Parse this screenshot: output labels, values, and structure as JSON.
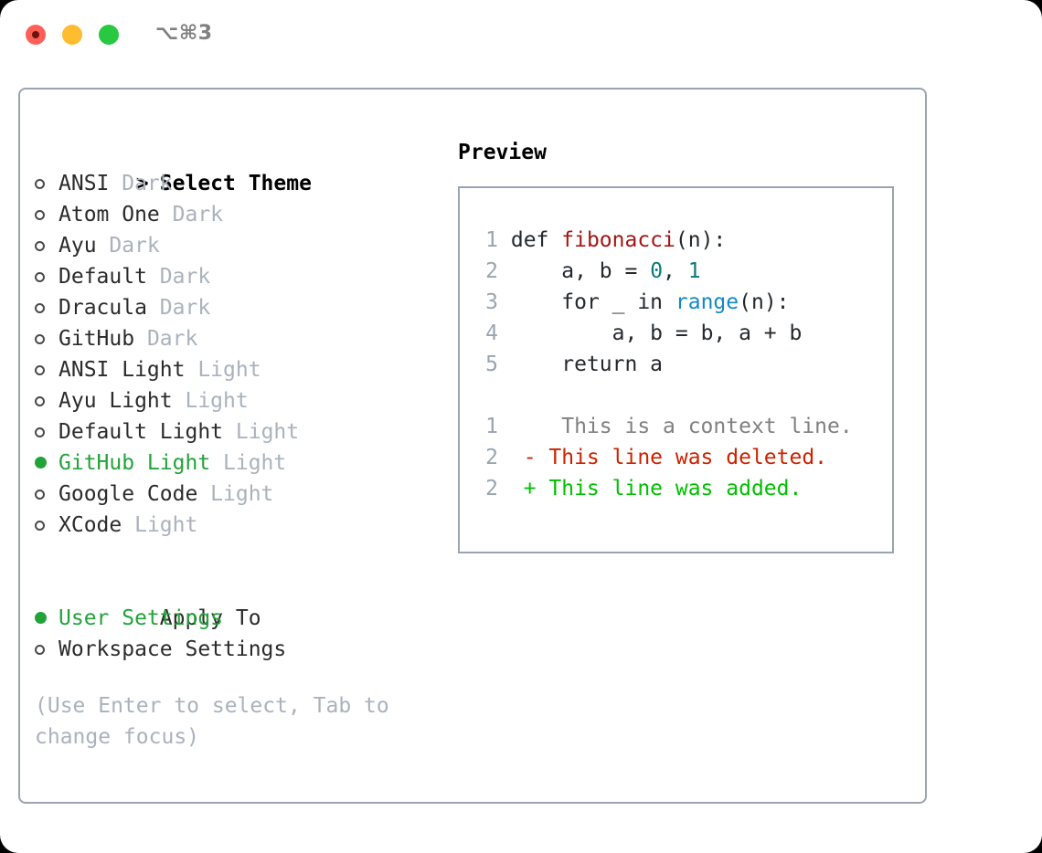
{
  "window": {
    "traffic_lights": [
      "close",
      "minimize",
      "maximize"
    ],
    "shortcut_label": "⌥⌘3",
    "colors": {
      "close": "#ff5f57",
      "minimize": "#febc2e",
      "maximize": "#28c840",
      "accent_green": "#22a338",
      "border": "#9aa4b0",
      "muted": "#aab2bd"
    }
  },
  "theme_list": {
    "header_marker": ">",
    "header_label": "Select Theme",
    "items": [
      {
        "marker": "o",
        "name": "ANSI",
        "tag": "Dark",
        "selected": false
      },
      {
        "marker": "o",
        "name": "Atom One",
        "tag": "Dark",
        "selected": false
      },
      {
        "marker": "o",
        "name": "Ayu",
        "tag": "Dark",
        "selected": false
      },
      {
        "marker": "o",
        "name": "Default",
        "tag": "Dark",
        "selected": false
      },
      {
        "marker": "o",
        "name": "Dracula",
        "tag": "Dark",
        "selected": false
      },
      {
        "marker": "o",
        "name": "GitHub",
        "tag": "Dark",
        "selected": false
      },
      {
        "marker": "o",
        "name": "ANSI Light",
        "tag": "Light",
        "selected": false
      },
      {
        "marker": "o",
        "name": "Ayu Light",
        "tag": "Light",
        "selected": false
      },
      {
        "marker": "o",
        "name": "Default Light",
        "tag": "Light",
        "selected": false
      },
      {
        "marker": "●",
        "name": "GitHub Light",
        "tag": "Light",
        "selected": true
      },
      {
        "marker": "o",
        "name": "Google Code",
        "tag": "Light",
        "selected": false
      },
      {
        "marker": "o",
        "name": "XCode",
        "tag": "Light",
        "selected": false
      }
    ]
  },
  "apply_to": {
    "header_label": "Apply To",
    "items": [
      {
        "marker": "●",
        "name": "User Settings",
        "selected": true
      },
      {
        "marker": "o",
        "name": "Workspace Settings",
        "selected": false
      }
    ]
  },
  "hint": "(Use Enter to select, Tab to change focus)",
  "preview": {
    "title": "Preview",
    "code_lines": [
      {
        "num": "1",
        "tokens": [
          {
            "t": "def ",
            "c": "plain"
          },
          {
            "t": "fibonacci",
            "c": "func"
          },
          {
            "t": "(n):",
            "c": "plain"
          }
        ]
      },
      {
        "num": "2",
        "tokens": [
          {
            "t": "    a, b = ",
            "c": "plain"
          },
          {
            "t": "0",
            "c": "num"
          },
          {
            "t": ", ",
            "c": "plain"
          },
          {
            "t": "1",
            "c": "num"
          }
        ]
      },
      {
        "num": "3",
        "tokens": [
          {
            "t": "    for _ in ",
            "c": "plain"
          },
          {
            "t": "range",
            "c": "builtin"
          },
          {
            "t": "(n):",
            "c": "plain"
          }
        ]
      },
      {
        "num": "4",
        "tokens": [
          {
            "t": "        a, b = b, a + b",
            "c": "plain"
          }
        ]
      },
      {
        "num": "5",
        "tokens": [
          {
            "t": "    return a",
            "c": "plain"
          }
        ]
      }
    ],
    "diff_lines": [
      {
        "num": "1",
        "sign": " ",
        "text": "  This is a context line.",
        "kind": "ctx"
      },
      {
        "num": "2",
        "sign": "-",
        "text": " This line was deleted.",
        "kind": "del"
      },
      {
        "num": "2",
        "sign": "+",
        "text": " This line was added.",
        "kind": "add"
      }
    ]
  }
}
